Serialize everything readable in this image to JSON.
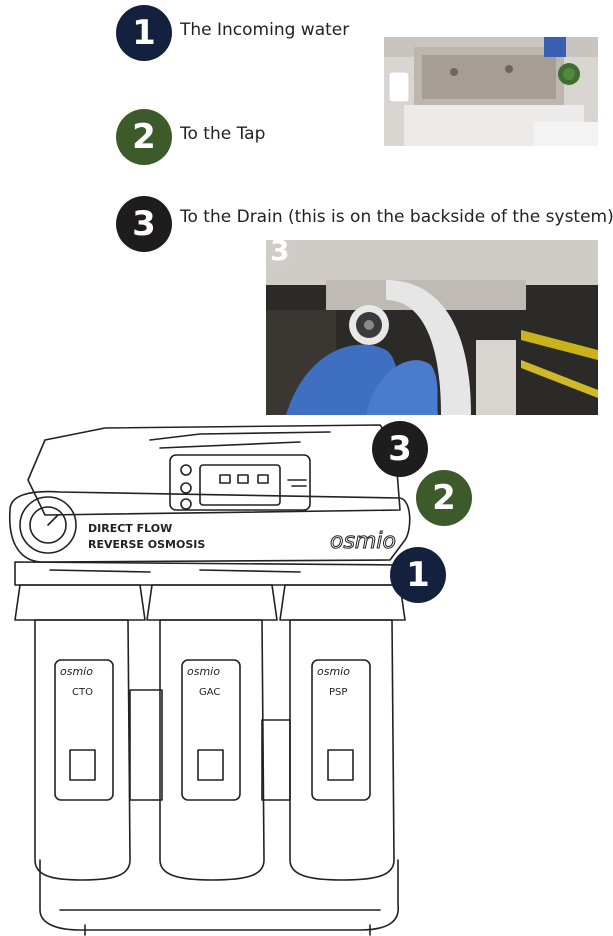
{
  "legend": {
    "items": [
      {
        "number": "1",
        "label": "The Incoming water"
      },
      {
        "number": "2",
        "label": "To the Tap"
      },
      {
        "number": "3",
        "label": "To the Drain (this is on the backside of the system)"
      }
    ]
  },
  "photos": {
    "drain_photo_label": "3"
  },
  "diagram": {
    "brand": "osmio",
    "panel_text_line1": "DIRECT FLOW",
    "panel_text_line2": "REVERSE OSMOSIS",
    "filter_labels": [
      "CTO",
      "GAC",
      "PSP"
    ],
    "callouts": [
      "3",
      "2",
      "1"
    ]
  },
  "colors": {
    "badge_1": "#13213f",
    "badge_2": "#3d5a2a",
    "badge_3": "#1f1c1e"
  }
}
